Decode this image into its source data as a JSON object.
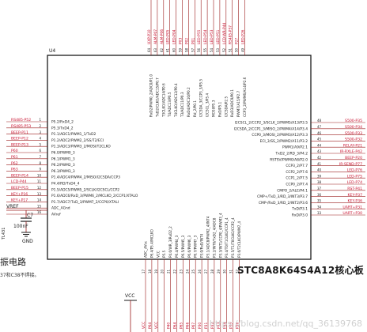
{
  "chip": {
    "ref": "U4",
    "part": "STC8A8K64S4A12核心板"
  },
  "left_pins": [
    {
      "num": "1",
      "name": "P5.2/RxD4_2",
      "net": "RS485-P52"
    },
    {
      "num": "2",
      "name": "P5.3/TxD4_2",
      "net": "RS485-P53"
    },
    {
      "num": "3",
      "name": "P1.1/ADC1/PWM1_1/TxD2",
      "net": "BEEP-P11"
    },
    {
      "num": "4",
      "name": "P1.2/ADC2/PWM2_2/SS/T2/ECI",
      "net": "BEEP-P12"
    },
    {
      "num": "5",
      "name": "P1.3/ADC3/PWM3_2/MOSI/T2CLKO",
      "net": "BEEP-P13"
    },
    {
      "num": "6",
      "name": "P6.0/PWM0_3",
      "net": "P60"
    },
    {
      "num": "7",
      "name": "P6.1/PWM1_3",
      "net": "P61"
    },
    {
      "num": "8",
      "name": "P6.2/PWM2_3",
      "net": "P62"
    },
    {
      "num": "9",
      "name": "P6.3/PWM3_3",
      "net": "P63"
    },
    {
      "num": "10",
      "name": "P1.4/ADC4/PWM4_2/MISO/I2CSDA/CCP3",
      "net": "BEEP-P14"
    },
    {
      "num": "11",
      "name": "P4.4/RD/TxD4_4",
      "net": "LCD-P44"
    },
    {
      "num": "12",
      "name": "P1.5/ADC5/PWM5_2/SCLK/I2CSCL/CCP2",
      "net": "BEEP-P15"
    },
    {
      "num": "13",
      "name": "P1.6/ADC6/RxD_3/PWM6_2/MCLKO_2/CCP1/XTALO",
      "net": "KEY+P16"
    },
    {
      "num": "14",
      "name": "P1.7/ADC7/TxD_3/PWM7_2/CCP0/XTALI",
      "net": "KEY+P17"
    },
    {
      "num": "15",
      "name": "ADC_AGnd",
      "net": ""
    },
    {
      "num": "16",
      "name": "AVref",
      "net": ""
    }
  ],
  "right_pins": [
    {
      "num": "48",
      "name": "I2CSCL_2/CCP2_3/SCLK_2/PWM5/A13/P3.5",
      "net": "S500-P35"
    },
    {
      "num": "47",
      "name": "I2CSDA_2/CCP1_3/MISO_2/PWM4/A14/P3.4",
      "net": "S500-P34"
    },
    {
      "num": "46",
      "name": "CCP0_3/MOSI_2/PWM3/A12/P3.3",
      "net": "S500-P33"
    },
    {
      "num": "45",
      "name": "ECI_3/SS_2/PWM2/A11/P3.2",
      "net": "S500-P32"
    },
    {
      "num": "44",
      "name": "PWM1/A9/P2.1",
      "net": "RELAY-P21"
    },
    {
      "num": "43",
      "name": "TxD2_2/RD_3/P4.2",
      "net": "IR-RXLE-P42"
    },
    {
      "num": "42",
      "name": "RSTSV/PWM0/A8/P2.0",
      "net": "BEEP-P20"
    },
    {
      "num": "41",
      "name": "CCP3_2/P7.7",
      "net": "IR-SEND-P77"
    },
    {
      "num": "40",
      "name": "CCP2_2/P7.6",
      "net": "LED-P76"
    },
    {
      "num": "39",
      "name": "CCP1_2/P7.5",
      "net": "LED-P75"
    },
    {
      "num": "38",
      "name": "CCP0_2/P7.4",
      "net": "LED-P74"
    },
    {
      "num": "37",
      "name": "CMPO_2/ALE/P4.1",
      "net": "RST-P41"
    },
    {
      "num": "36",
      "name": "CMP+/TxD_3/RD_3/INT3/P3.7",
      "net": "KEY-P37"
    },
    {
      "num": "35",
      "name": "CMP-/RxD_3/RD_2/INT2/P3.6",
      "net": "KEY-P36"
    },
    {
      "num": "34",
      "name": "TxD/P3.1",
      "net": "UART+P31"
    },
    {
      "num": "33",
      "name": "RxD/P3.0",
      "net": "UART+P30"
    }
  ],
  "top_pins": [
    {
      "num": "64",
      "name": "RxD2/PWM0_2/ADC0/P1.0",
      "net": "UXP-P10"
    },
    {
      "num": "63",
      "name": "TxD2/CLKO/ADC15/P0.7",
      "net": "ALM-P07"
    },
    {
      "num": "62",
      "name": "T3CLKO/ADC14/P0.6",
      "net": "ALM-P06"
    },
    {
      "num": "61",
      "name": "T4/ADC13/P0.5",
      "net": "LED-P05"
    },
    {
      "num": "60",
      "name": "T4CLKO/ADC12/P0.4",
      "net": "LED-P04"
    },
    {
      "num": "59",
      "name": "T3/ADC11/P0.3",
      "net": "P03"
    },
    {
      "num": "58",
      "name": "RxD4/ADC10/P0.2",
      "net": "P02"
    },
    {
      "num": "57",
      "name": "Rd_2/P0.1",
      "net": "P01"
    },
    {
      "num": "56",
      "name": "I2CSDA_3/CCP3_3/P5.5",
      "net": "LED-P55"
    },
    {
      "num": "55",
      "name": "I2CSCL_3/P5.4",
      "net": "LED-P54"
    },
    {
      "num": "54",
      "name": "MOSI/P5.3",
      "net": "LED-P53"
    },
    {
      "num": "53",
      "name": "RxD/P5.1",
      "net": "LED-P51"
    },
    {
      "num": "52",
      "name": "I2CSDA/P2.5",
      "net": "LCD-WR-P44"
    },
    {
      "num": "51",
      "name": "RxD3/ADC9/P0.1",
      "net": "RS485-P57"
    },
    {
      "num": "50",
      "name": "PWM7/A15/P2.7",
      "net": "P27"
    },
    {
      "num": "49",
      "name": "CCP3_2/PWM6/A14/P2.6",
      "net": "LED-P26"
    }
  ],
  "bottom_pins": [
    {
      "num": "17",
      "name": "ADC_AVcc",
      "net": "VCC"
    },
    {
      "num": "18",
      "name": "P6.4/P5.4/MCLKO",
      "net": "P64"
    },
    {
      "num": "19",
      "name": "VCC",
      "net": "VCC"
    },
    {
      "num": "20",
      "name": "P5.5",
      "net": ""
    },
    {
      "num": "21",
      "name": "P4.0/WR_3/RxD2_2",
      "net": "P40"
    },
    {
      "num": "22",
      "name": "P6.4/PWM4_3",
      "net": "P64"
    },
    {
      "num": "23",
      "name": "P6.5/PWM5_3",
      "net": "P65"
    },
    {
      "num": "24",
      "name": "P6.6/PWM6_3",
      "net": "P66"
    },
    {
      "num": "25",
      "name": "P6.7/PWM7_3",
      "net": "P67"
    },
    {
      "num": "26",
      "name": "P3.0/RxD/INT4",
      "net": "P30"
    },
    {
      "num": "27",
      "name": "P3.1/ADC8/PWM2_4/INT4",
      "net": "P31"
    },
    {
      "num": "28",
      "name": "P3.2/INT0/TxD2_4/ADC8",
      "net": "P32"
    },
    {
      "num": "29",
      "name": "P3.3/INT1/CCP0_4/PWM3_4",
      "net": "P33"
    },
    {
      "num": "30",
      "name": "P3.4/T0/T1CLKO/CCP1_4",
      "net": "P34"
    },
    {
      "num": "31",
      "name": "P3.5/T1/T0CLKO/CCP2_4",
      "net": "P35"
    },
    {
      "num": "32",
      "name": "P3.6/T2CLKO/PWM7_4",
      "net": "P36"
    }
  ],
  "vref": {
    "label": "VREF",
    "cap": "C7",
    "cap_value": "100nF",
    "part": "TL431",
    "ground": "GND"
  },
  "bottom_supply": "VCC",
  "circuit_label": "振电路",
  "circuit_note": "37和C38不焊接。",
  "watermark": "https://blog.csdn.net/qq_36139768",
  "colors": {
    "body_line": "#1a1a1a",
    "net_text": "#c8102e",
    "pin_text": "#1a1a1a",
    "wire": "#9b1c1c"
  }
}
